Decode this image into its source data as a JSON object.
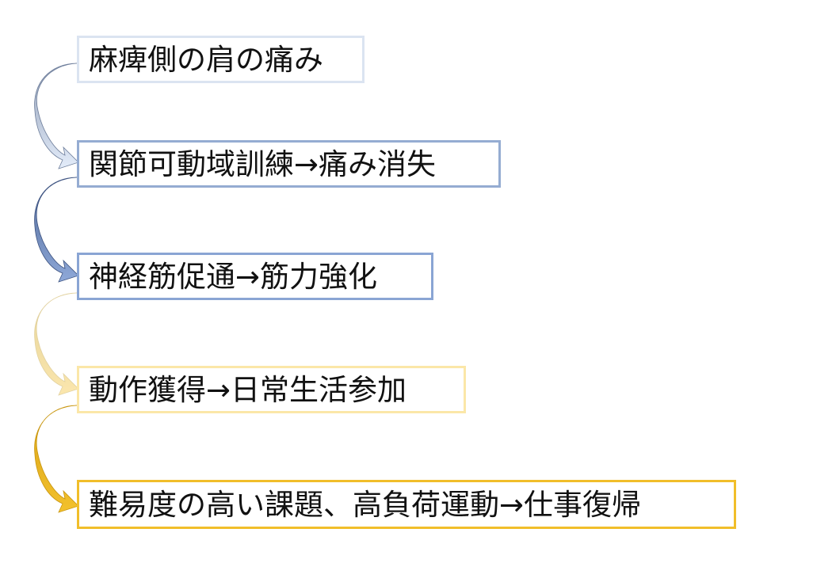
{
  "steps": [
    {
      "label": "麻痺側の肩の痛み",
      "border": "#dbe4f1"
    },
    {
      "label": "関節可動域訓練→痛み消失",
      "border": "#95acd2"
    },
    {
      "label": "神経筋促通→筋力強化",
      "border": "#8aa5d4"
    },
    {
      "label": "動作獲得→日常生活参加",
      "border": "#fbe7a8"
    },
    {
      "label": "難易度の高い課題、高負荷運動→仕事復帰",
      "border": "#f1be2a"
    }
  ],
  "arrows": [
    {
      "from": 1,
      "to": 2,
      "fill_top": "#8e9bb4",
      "fill_bottom": "#e4edfa"
    },
    {
      "from": 2,
      "to": 3,
      "fill_top": "#4e6695",
      "fill_bottom": "#8ea8d8"
    },
    {
      "from": 3,
      "to": 4,
      "fill_top": "#e5d49a",
      "fill_bottom": "#fbe6ad"
    },
    {
      "from": 4,
      "to": 5,
      "fill_top": "#d7a318",
      "fill_bottom": "#f3c12c"
    }
  ]
}
